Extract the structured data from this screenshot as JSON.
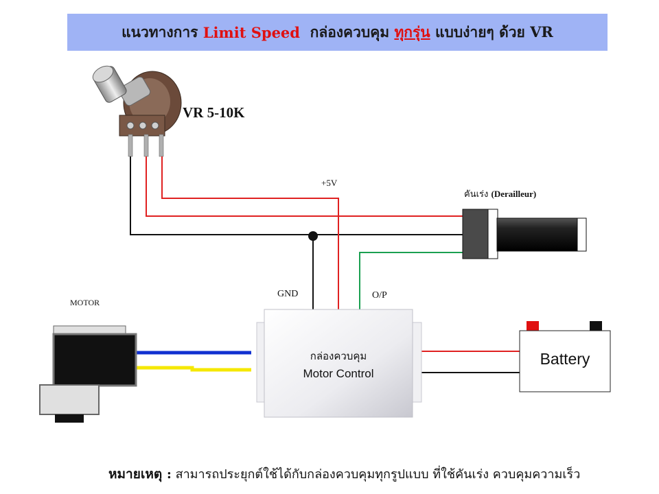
{
  "title": {
    "part1": "แนวทางการ",
    "part2": "Limit Speed",
    "part3": "กล่องควบคุม",
    "part4": "ทุกรุ่น",
    "part5": "แบบง่ายๆ ด้วย VR"
  },
  "labels": {
    "vr": "VR 5-10K",
    "plus5v": "+5V",
    "throttle_th": "คันเร่ง",
    "throttle_en": "(Derailleur)",
    "gnd": "GND",
    "op": "O/P",
    "motor": "MOTOR",
    "controller_th": "กล่องควบคุม",
    "controller_en": "Motor Control",
    "battery": "Battery"
  },
  "note": {
    "heading": "หมายเหตุ :",
    "text": "สามารถประยุกต์ใช้ได้กับกล่องควบคุมทุกรูปแบบ ที่ใช้คันเร่ง ควบคุมความเร็ว"
  },
  "colors": {
    "title_bg": "#9fb3f5",
    "highlight": "#e01010",
    "wire_red": "#e02020",
    "wire_black": "#111111",
    "wire_green": "#1aa050",
    "wire_blue": "#1030d0",
    "wire_yellow": "#f5e800"
  }
}
